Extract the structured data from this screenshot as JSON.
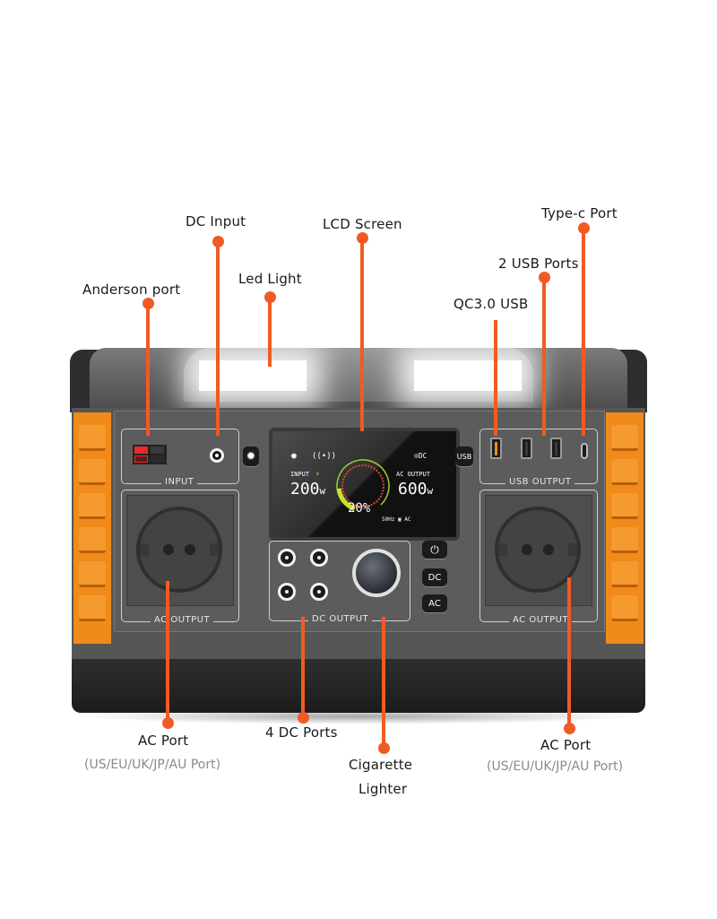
{
  "callouts": {
    "dc_input": "DC Input",
    "lcd_screen": "LCD Screen",
    "type_c_port": "Type-c Port",
    "led_light": "Led Light",
    "usb_ports": "2 USB Ports",
    "anderson_port": "Anderson port",
    "qc_usb": "QC3.0 USB",
    "ac_port_left": "AC Port",
    "ac_port_left_sub": "(US/EU/UK/JP/AU Port)",
    "dc_ports": "4 DC Ports",
    "cigarette_line1": "Cigarette",
    "cigarette_line2": "Lighter",
    "ac_port_right": "AC Port",
    "ac_port_right_sub": "(US/EU/UK/JP/AU Port)"
  },
  "device": {
    "input_label": "INPUT",
    "usb_output_label": "USB  OUTPUT",
    "ac_output_left_label": "AC  OUTPUT",
    "ac_output_right_label": "AC  OUTPUT",
    "dc_output_label": "DC  OUTPUT",
    "usb_button": "USB",
    "dc_button": "DC",
    "ac_button": "AC",
    "power_icon": "⏻",
    "light_icon": "✹"
  },
  "lcd": {
    "input_label": "INPUT",
    "input_value": "200",
    "input_unit": "w",
    "output_label": "AC OUTPUT",
    "output_value": "600",
    "output_unit": "w",
    "battery_percent": "20%",
    "battery_level": 0.2,
    "dc_indicator": "DC",
    "frequency": "50Hz",
    "ac_indicator": "AC"
  },
  "colors": {
    "accent": "#f15a24",
    "orange_body": "#f08a1a",
    "body_gray": "#5c5c5c"
  }
}
